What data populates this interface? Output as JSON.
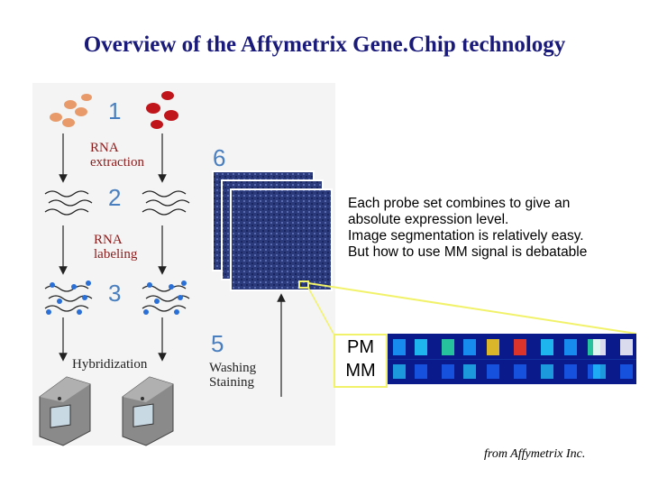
{
  "title": "Overview of the Affymetrix Gene.Chip technology",
  "steps": {
    "s1": "1",
    "s2": "2",
    "s3": "3",
    "s5": "5",
    "s6": "6"
  },
  "labels": {
    "rna_extraction_1": "RNA",
    "rna_extraction_2": "extraction",
    "rna_labeling_1": "RNA",
    "rna_labeling_2": "labeling",
    "hybridization": "Hybridization",
    "washing": "Washing",
    "staining": "Staining"
  },
  "description": {
    "line1": "Each probe set combines to give an",
    "line2": "absolute expression level.",
    "line3": "Image segmentation is relatively easy.",
    "line4": "But how to use MM signal is debatable"
  },
  "probe": {
    "pm": "PM",
    "mm": "MM"
  },
  "credit": "from Affymetrix Inc.",
  "colors": {
    "title": "#1a1a7a",
    "step_number": "#4a7fbf",
    "label_red": "#8b1a1a",
    "highlight_line": "#f2f26a",
    "chip_blue": "#2a3a7a"
  }
}
